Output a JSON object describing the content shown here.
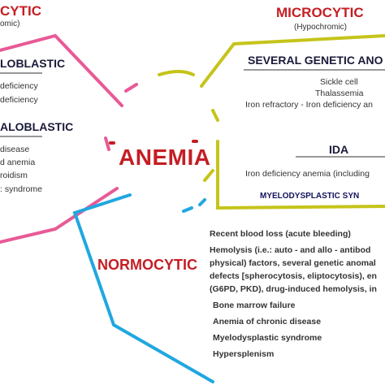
{
  "center": {
    "label": "ANEMIA"
  },
  "macrocytic": {
    "title": "CYTIC",
    "subtitle": "omic)",
    "megaloblastic": {
      "header": "LOBLASTIC",
      "items": [
        "deficiency",
        "deficiency"
      ]
    },
    "non_megaloblastic": {
      "header": "ALOBLASTIC",
      "items": [
        "disease",
        "d anemia",
        "roidism",
        ": syndrome"
      ]
    }
  },
  "microcytic": {
    "title": "MICROCYTIC",
    "subtitle": "(Hypochromic)",
    "genetic": {
      "header": "SEVERAL GENETIC ANO",
      "items": [
        "Sickle cell",
        "Thalassemia",
        "Iron refractory - Iron deficiency an"
      ]
    },
    "ida": {
      "header": "IDA",
      "items": [
        "Iron deficiency anemia (including"
      ]
    },
    "myelo": "MYELODYSPLASTIC SYN"
  },
  "normocytic": {
    "title": "NORMOCYTIC",
    "items": [
      "Recent blood loss (acute bleeding)",
      "Hemolysis (i.e.: auto - and allo -  antibod",
      "physical) factors, several genetic anomal",
      "defects [spherocytosis, eliptocytosis), en",
      "(G6PD, PKD), drug-induced hemolysis, in",
      "Bone marrow failure",
      "Anemia of chronic disease",
      "Myelodysplastic syndrome",
      "Hypersplenism"
    ]
  },
  "colors": {
    "macrocytic": "#e85a96",
    "microcytic": "#c5c41a",
    "normocytic": "#21a7e0",
    "center_ring": "#c41e24",
    "title_red": "#c41e24"
  }
}
